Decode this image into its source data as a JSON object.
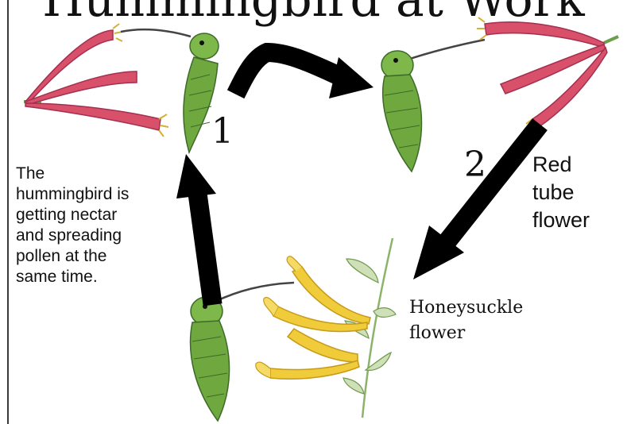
{
  "title": "Hummingbird at Work",
  "steps": {
    "step1": "1",
    "step2": "2"
  },
  "caption": {
    "line1": "The",
    "line2": "hummingbird is",
    "line3": "getting nectar",
    "line4": "and spreading",
    "line5": "pollen at the",
    "line6": "same time."
  },
  "labels": {
    "red_line1": "Red",
    "red_line2": "tube",
    "red_line3": "flower",
    "honey_line1": "Honeysuckle",
    "honey_line2": "flower"
  },
  "colors": {
    "bird_green": "#7fb84a",
    "red_flower": "#d8506a",
    "honeysuckle": "#f0cc3a",
    "arrow": "#000000"
  }
}
